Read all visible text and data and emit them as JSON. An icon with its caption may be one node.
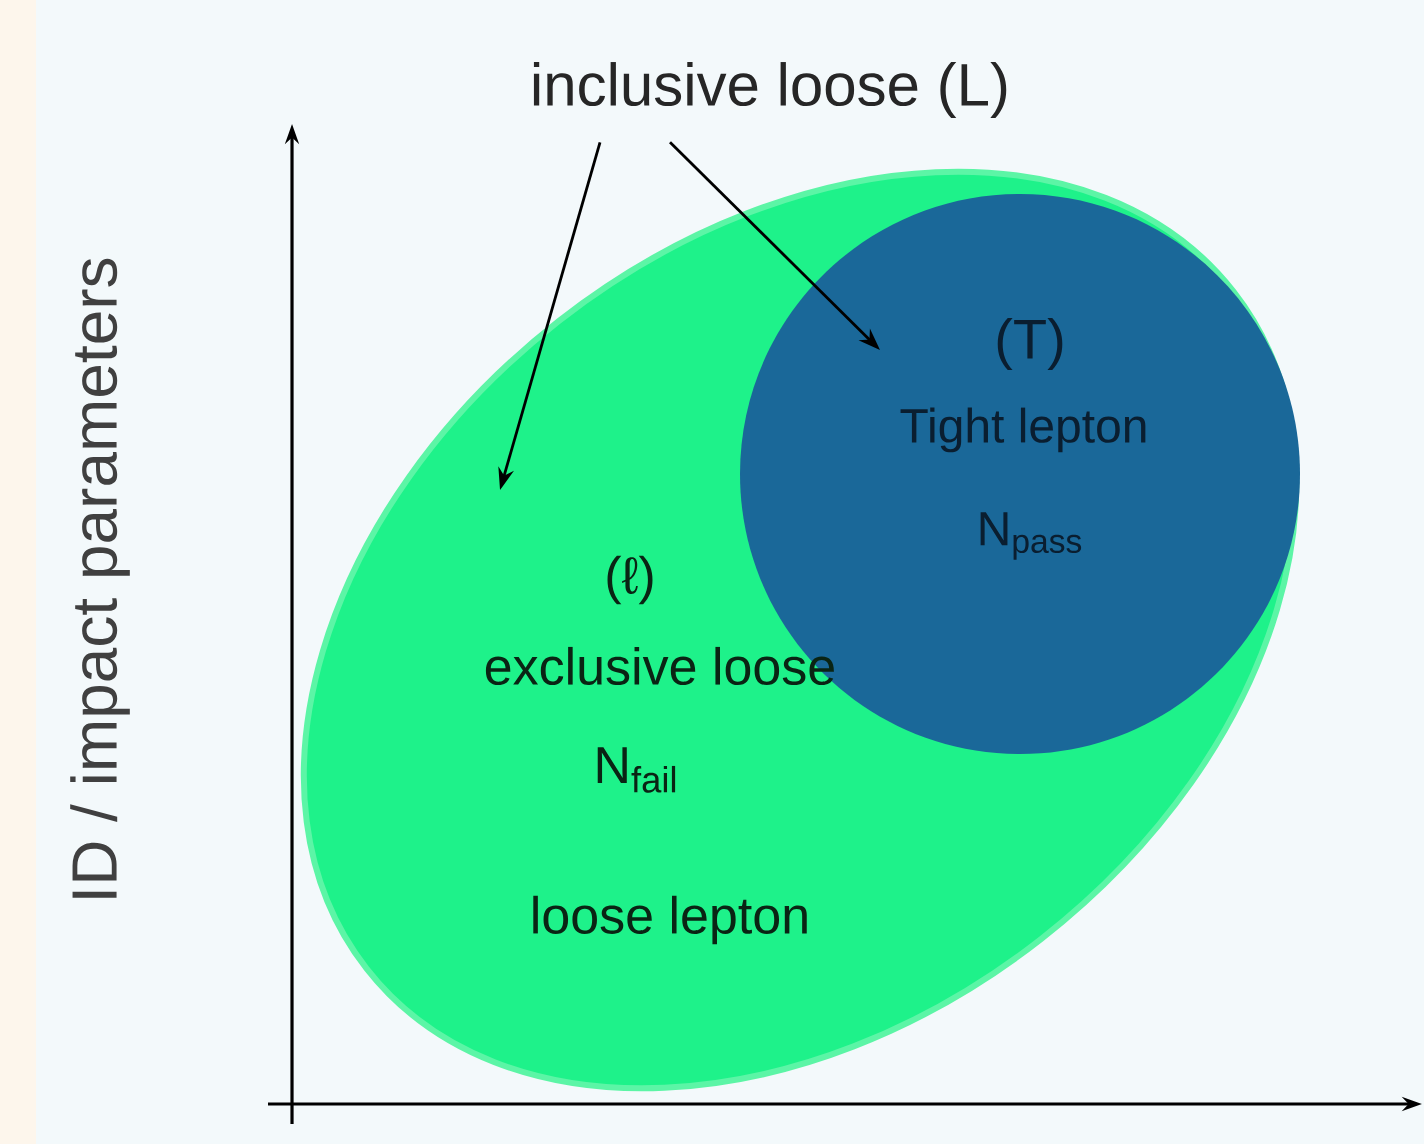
{
  "diagram": {
    "nodes": [
      {
        "text": [
          "inclusive loose (L)"
        ]
      },
      {
        "text": [
          "(ℓ)",
          "exclusive loose",
          "N$_{fail}$",
          "loose lepton"
        ]
      },
      {
        "text": [
          "(T)",
          "Tight lepton",
          "N$_{pass}$"
        ],
        "in": 1
      }
    ],
    "edges": [
      {
        "from": 0,
        "to": 1,
        "arrow": "to"
      },
      {
        "from": 0,
        "to": 2,
        "arrow": "to"
      }
    ],
    "labels": [
      "ID / impact parameters"
    ]
  }
}
